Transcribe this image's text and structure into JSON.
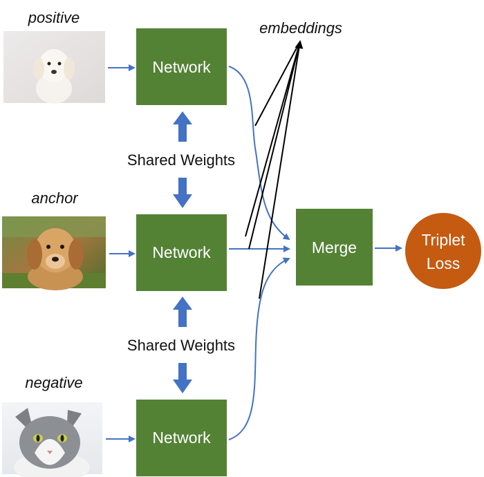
{
  "inputs": {
    "positive": "positive",
    "anchor": "anchor",
    "negative": "negative"
  },
  "embeddings_label": "embeddings",
  "network_label": "Network",
  "shared_weights_label": "Shared Weights",
  "merge_label": "Merge",
  "loss_label_line1": "Triplet",
  "loss_label_line2": "Loss",
  "colors": {
    "network_box": "#548235",
    "merge_box": "#548235",
    "loss_circle": "#c55a11",
    "connector": "#4472c4",
    "shared_arrow": "#4472c4",
    "embed_lines": "#000000"
  },
  "images": {
    "positive": "white-puppy-photo",
    "anchor": "golden-puppy-photo",
    "negative": "gray-white-cat-photo"
  }
}
